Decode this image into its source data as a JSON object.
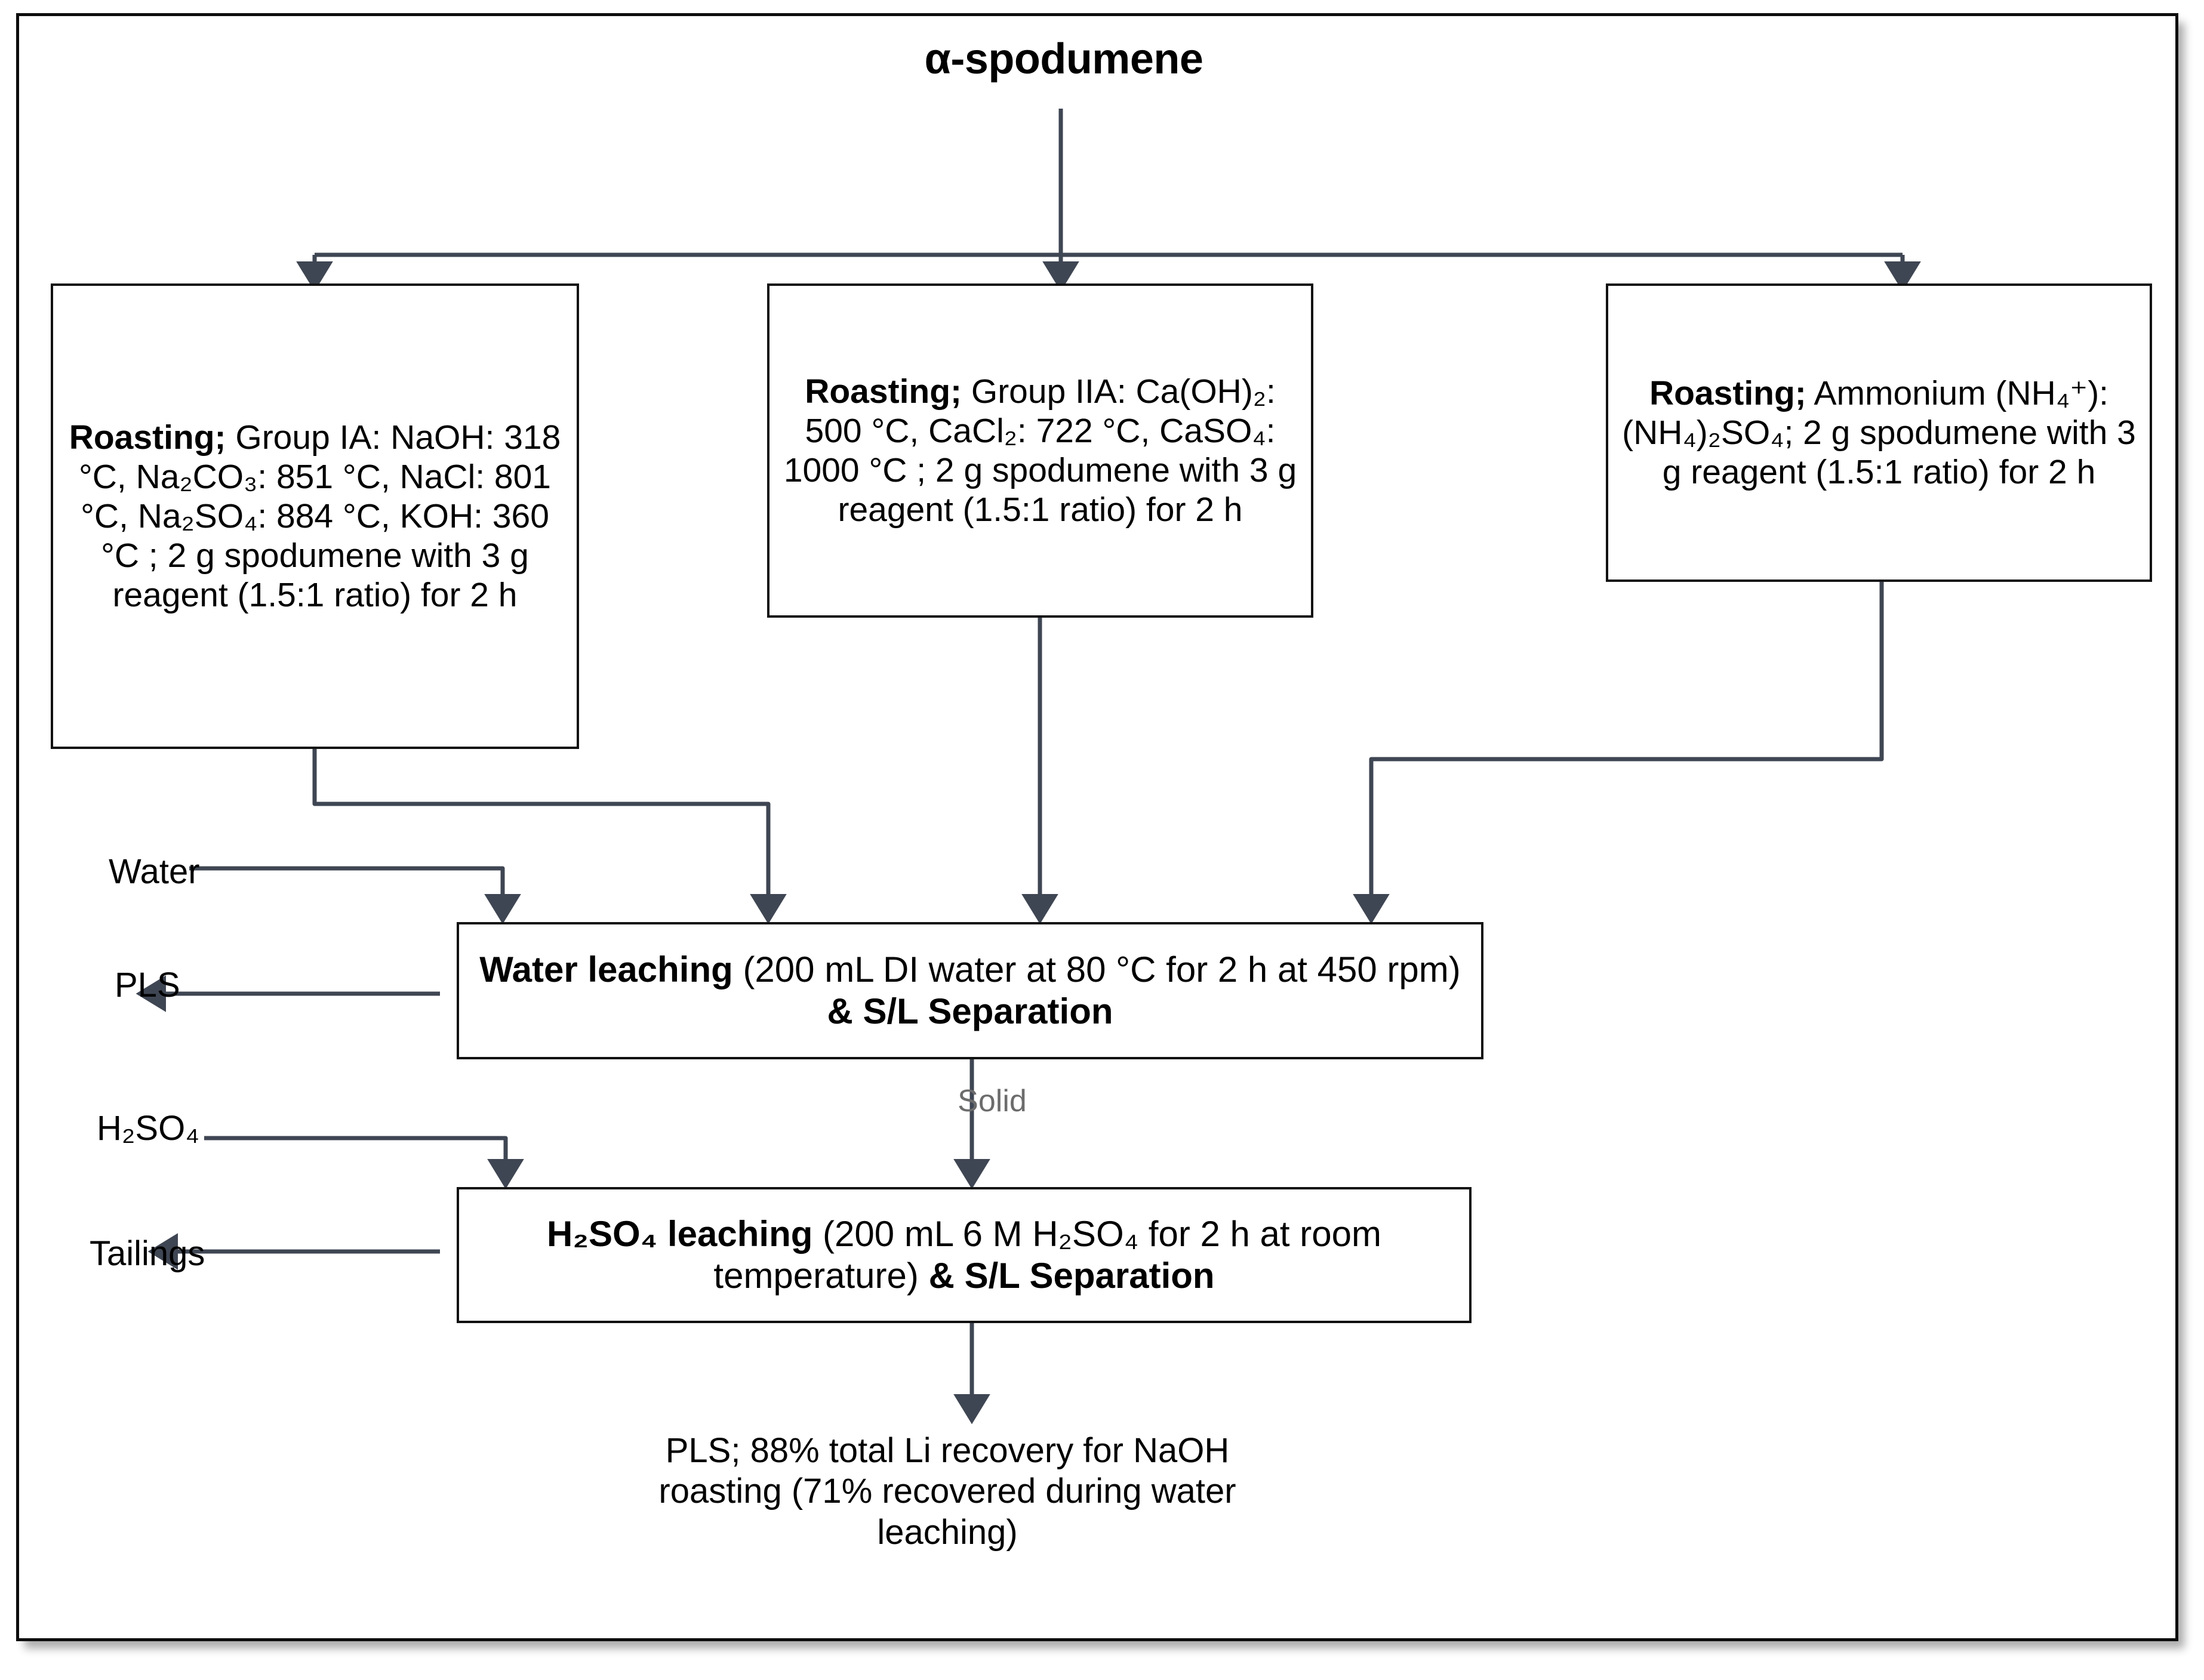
{
  "diagram": {
    "title": "α-spodumene",
    "colors": {
      "connector": "#3f4653",
      "box_border": "#111111",
      "frame_border": "#0d0d0d",
      "solid_label": "#6c6c6c",
      "background": "#ffffff"
    },
    "nodes": {
      "roast_group_ia": {
        "heading": "Roasting;",
        "body": " Group IA: NaOH: 318 °C, Na₂CO₃: 851 °C, NaCl: 801 °C, Na₂SO₄: 884 °C, KOH: 360 °C ; 2 g spodumene with 3 g reagent (1.5:1 ratio) for 2 h"
      },
      "roast_group_iia": {
        "heading": "Roasting;",
        "body": " Group IIA: Ca(OH)₂: 500 °C, CaCl₂: 722 °C, CaSO₄: 1000 °C ; 2 g spodumene with 3 g reagent (1.5:1 ratio) for 2 h"
      },
      "roast_ammonium": {
        "heading": "Roasting;",
        "body": " Ammonium (NH₄⁺): (NH₄)₂SO₄; 2 g spodumene with 3 g reagent (1.5:1 ratio) for 2 h"
      },
      "water_leaching": {
        "heading": "Water leaching",
        "conditions": " (200 mL DI water at 80 °C for 2 h at 450 rpm) ",
        "trailing": "& S/L Separation"
      },
      "acid_leaching": {
        "heading": "H₂SO₄ leaching",
        "conditions": " (200 mL 6 M H₂SO₄ for 2 h at room temperature) ",
        "trailing": "& S/L Separation"
      }
    },
    "stream_labels": {
      "water_in": "Water",
      "pls_out": "PLS",
      "acid_in": "H₂SO₄",
      "tailings_out": "Tailings",
      "solid_intermediate": "Solid"
    },
    "outcome": "PLS; 88% total Li recovery for NaOH roasting (71% recovered during water leaching)"
  }
}
